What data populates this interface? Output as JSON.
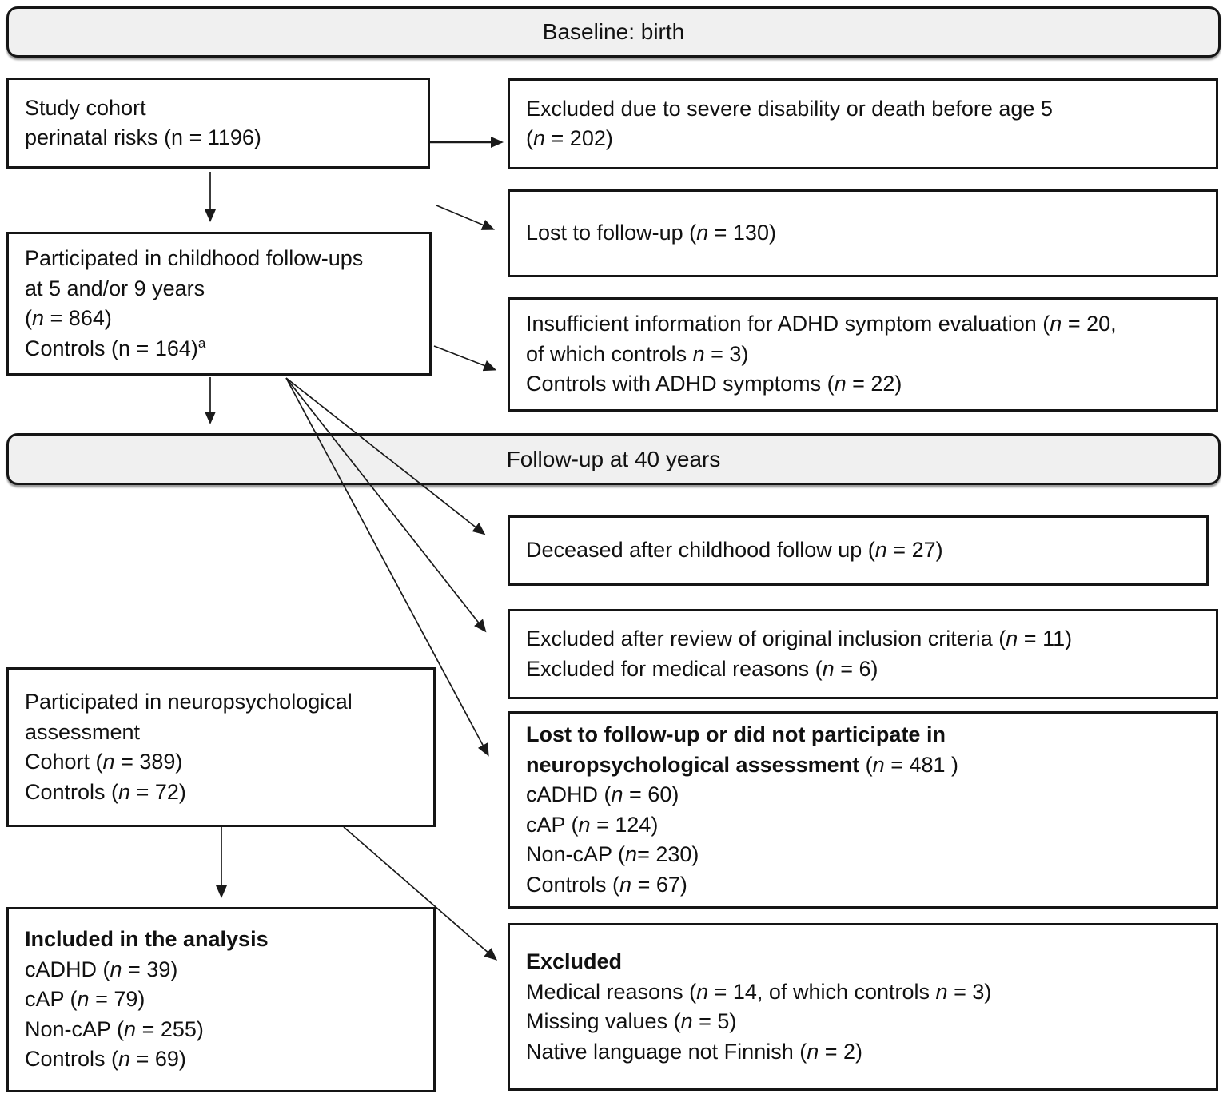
{
  "banners": {
    "baseline": "Baseline: birth",
    "followup": "Follow-up at 40 years"
  },
  "colors": {
    "banner_fill": "#f0f0f0",
    "line_color": "#1a1a1a",
    "border_color": "#151515"
  },
  "boxes": {
    "study_cohort": {
      "lines": [
        [
          {
            "t": "Study cohort"
          }
        ],
        [
          {
            "t": "perinatal risks (n = 1196)"
          }
        ]
      ]
    },
    "excluded_disability": {
      "lines": [
        [
          {
            "t": "Excluded due to severe disability or death before age 5"
          }
        ],
        [
          {
            "t": "("
          },
          {
            "t": "n",
            "i": true
          },
          {
            "t": " = 202)"
          }
        ]
      ]
    },
    "childhood_followups": {
      "lines": [
        [
          {
            "t": "Participated in childhood follow-ups"
          }
        ],
        [
          {
            "t": "at 5 and/or 9 years"
          }
        ],
        [
          {
            "t": "("
          },
          {
            "t": "n",
            "i": true
          },
          {
            "t": " = 864)"
          }
        ],
        [
          {
            "t": "Controls (n = 164)"
          },
          {
            "t": "a",
            "sup": true
          }
        ]
      ]
    },
    "lost_followup": {
      "lines": [
        [
          {
            "t": "Lost to follow-up ("
          },
          {
            "t": "n",
            "i": true
          },
          {
            "t": " = 130)"
          }
        ]
      ]
    },
    "insufficient_info": {
      "lines": [
        [
          {
            "t": "Insufficient information for ADHD symptom evaluation ("
          },
          {
            "t": "n",
            "i": true
          },
          {
            "t": " = 20,"
          }
        ],
        [
          {
            "t": "of which controls "
          },
          {
            "t": "n",
            "i": true
          },
          {
            "t": " = 3)"
          }
        ],
        [
          {
            "t": "Controls with ADHD symptoms ("
          },
          {
            "t": "n",
            "i": true
          },
          {
            "t": " = 22)"
          }
        ]
      ]
    },
    "deceased": {
      "lines": [
        [
          {
            "t": "Deceased after childhood follow up ("
          },
          {
            "t": "n",
            "i": true
          },
          {
            "t": " = 27)"
          }
        ]
      ]
    },
    "excluded_review": {
      "lines": [
        [
          {
            "t": "Excluded after review of original inclusion criteria ("
          },
          {
            "t": "n",
            "i": true
          },
          {
            "t": " = 11)"
          }
        ],
        [
          {
            "t": "Excluded for medical reasons ("
          },
          {
            "t": "n",
            "i": true
          },
          {
            "t": " = 6)"
          }
        ]
      ]
    },
    "neuropsych_assessment": {
      "lines": [
        [
          {
            "t": "Participated in neuropsychological"
          }
        ],
        [
          {
            "t": "assessment"
          }
        ],
        [
          {
            "t": "Cohort ("
          },
          {
            "t": "n",
            "i": true
          },
          {
            "t": " = 389)"
          }
        ],
        [
          {
            "t": "Controls ("
          },
          {
            "t": "n",
            "i": true
          },
          {
            "t": " = 72)"
          }
        ]
      ]
    },
    "lost_neuropsych": {
      "lines": [
        [
          {
            "t": "Lost to follow-up or did not participate in",
            "b": true
          }
        ],
        [
          {
            "t": "neuropsychological assessment ",
            "b": true
          },
          {
            "t": "("
          },
          {
            "t": "n",
            "i": true
          },
          {
            "t": " = 481 )"
          }
        ],
        [
          {
            "t": "cADHD ("
          },
          {
            "t": "n",
            "i": true
          },
          {
            "t": " = 60)"
          }
        ],
        [
          {
            "t": "cAP ("
          },
          {
            "t": "n",
            "i": true
          },
          {
            "t": " = 124)"
          }
        ],
        [
          {
            "t": "Non-cAP ("
          },
          {
            "t": "n",
            "i": true
          },
          {
            "t": "= 230)"
          }
        ],
        [
          {
            "t": "Controls ("
          },
          {
            "t": "n",
            "i": true
          },
          {
            "t": " = 67)"
          }
        ]
      ]
    },
    "included_analysis": {
      "lines": [
        [
          {
            "t": "Included in the analysis",
            "b": true
          }
        ],
        [
          {
            "t": "cADHD ("
          },
          {
            "t": "n",
            "i": true
          },
          {
            "t": " = 39)"
          }
        ],
        [
          {
            "t": "cAP ("
          },
          {
            "t": "n",
            "i": true
          },
          {
            "t": " = 79)"
          }
        ],
        [
          {
            "t": "Non-cAP ("
          },
          {
            "t": "n",
            "i": true
          },
          {
            "t": " = 255)"
          }
        ],
        [
          {
            "t": "Controls ("
          },
          {
            "t": "n",
            "i": true
          },
          {
            "t": " = 69)"
          }
        ]
      ]
    },
    "excluded_final": {
      "lines": [
        [
          {
            "t": "Excluded",
            "b": true
          }
        ],
        [
          {
            "t": "Medical reasons ("
          },
          {
            "t": "n",
            "i": true
          },
          {
            "t": " = 14, of which controls "
          },
          {
            "t": "n",
            "i": true
          },
          {
            "t": " = 3)"
          }
        ],
        [
          {
            "t": "Missing values ("
          },
          {
            "t": "n",
            "i": true
          },
          {
            "t": " = 5)"
          }
        ],
        [
          {
            "t": "Native language not Finnish ("
          },
          {
            "t": "n",
            "i": true
          },
          {
            "t": " = 2)"
          }
        ]
      ]
    }
  }
}
